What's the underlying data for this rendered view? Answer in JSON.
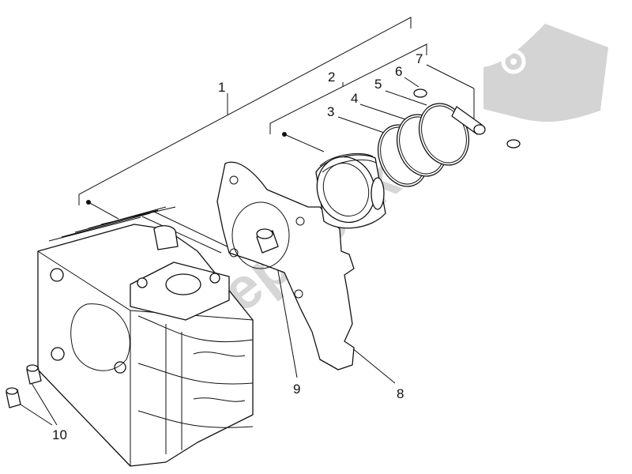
{
  "diagram": {
    "watermark": "PartsRepublik",
    "callouts": [
      {
        "id": "1",
        "label": "1"
      },
      {
        "id": "2",
        "label": "2"
      },
      {
        "id": "3",
        "label": "3"
      },
      {
        "id": "4",
        "label": "4"
      },
      {
        "id": "5",
        "label": "5"
      },
      {
        "id": "6",
        "label": "6"
      },
      {
        "id": "7",
        "label": "7"
      },
      {
        "id": "8",
        "label": "8"
      },
      {
        "id": "9",
        "label": "9"
      },
      {
        "id": "10",
        "label": "10"
      }
    ],
    "colors": {
      "line": "#111111",
      "watermark": "#cfcfcf",
      "background": "#ffffff"
    }
  }
}
